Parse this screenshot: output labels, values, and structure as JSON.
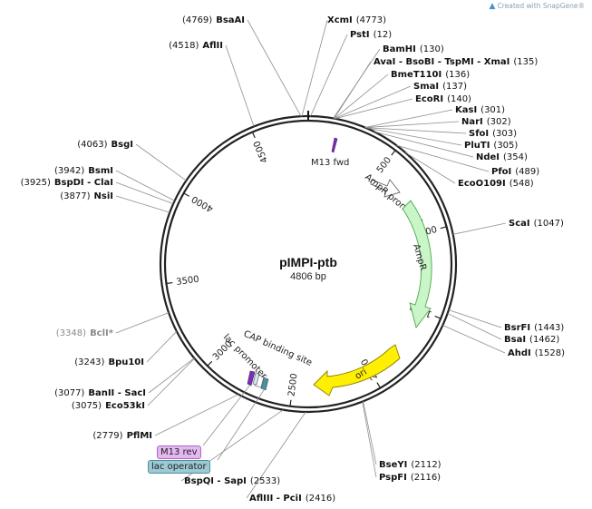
{
  "credit": "Created with SnapGene®",
  "plasmid": {
    "name": "pIMPI-ptb",
    "size": "4806 bp",
    "length": 4806
  },
  "scale_ticks": [
    "500",
    "1000",
    "1500",
    "2000",
    "2500",
    "3000",
    "3500",
    "4000",
    "4500"
  ],
  "features": [
    {
      "name": "M13 fwd",
      "kind": "primer",
      "color": "#7b2fb5"
    },
    {
      "name": "AmpR promoter",
      "kind": "promoter",
      "color": "#ffffff"
    },
    {
      "name": "AmpR",
      "kind": "cds",
      "color": "#c9f5c9"
    },
    {
      "name": "ori",
      "kind": "origin",
      "color": "#ffef00"
    },
    {
      "name": "CAP binding site",
      "kind": "protein_bind",
      "color": "#ffffff"
    },
    {
      "name": "lac promoter",
      "kind": "promoter",
      "color": "#ffffff"
    },
    {
      "name": "M13 rev",
      "kind": "primer",
      "color": "#e5b7f0"
    },
    {
      "name": "lac operator",
      "kind": "protein_bind",
      "color": "#9cc9d3"
    }
  ],
  "sites": [
    {
      "name": "XcmI",
      "pos": "(4773)",
      "color": "#111111"
    },
    {
      "name": "PstI",
      "pos": "(12)",
      "color": "#111111"
    },
    {
      "name": "BamHI",
      "pos": "(130)",
      "color": "#111111"
    },
    {
      "name": "AvaI - BsoBI - TspMI - XmaI",
      "pos": "(135)",
      "color": "#111111"
    },
    {
      "name": "BmeT110I",
      "pos": "(136)",
      "color": "#111111"
    },
    {
      "name": "SmaI",
      "pos": "(137)",
      "color": "#111111"
    },
    {
      "name": "EcoRI",
      "pos": "(140)",
      "color": "#111111"
    },
    {
      "name": "KasI",
      "pos": "(301)",
      "color": "#111111"
    },
    {
      "name": "NarI",
      "pos": "(302)",
      "color": "#111111"
    },
    {
      "name": "SfoI",
      "pos": "(303)",
      "color": "#111111"
    },
    {
      "name": "PluTI",
      "pos": "(305)",
      "color": "#111111"
    },
    {
      "name": "NdeI",
      "pos": "(354)",
      "color": "#111111"
    },
    {
      "name": "PfoI",
      "pos": "(489)",
      "color": "#111111"
    },
    {
      "name": "EcoO109I",
      "pos": "(548)",
      "color": "#111111"
    },
    {
      "name": "ScaI",
      "pos": "(1047)",
      "color": "#111111"
    },
    {
      "name": "BsrFI",
      "pos": "(1443)",
      "color": "#111111"
    },
    {
      "name": "BsaI",
      "pos": "(1462)",
      "color": "#111111"
    },
    {
      "name": "AhdI",
      "pos": "(1528)",
      "color": "#111111"
    },
    {
      "name": "BseYI",
      "pos": "(2112)",
      "color": "#111111"
    },
    {
      "name": "PspFI",
      "pos": "(2116)",
      "color": "#111111"
    },
    {
      "name": "AflIII - PciI",
      "pos": "(2416)",
      "color": "#111111"
    },
    {
      "name": "BspQI - SapI",
      "pos": "(2533)",
      "color": "#111111"
    },
    {
      "name": "PflMI",
      "pos": "(2779)",
      "color": "#111111"
    },
    {
      "name": "BanII - SacI",
      "pos": "(3077)",
      "color": "#111111"
    },
    {
      "name": "Eco53kI",
      "pos": "(3075)",
      "color": "#111111"
    },
    {
      "name": "Bpu10I",
      "pos": "(3243)",
      "color": "#111111"
    },
    {
      "name": "BclI*",
      "pos": "(3348)",
      "color": "#8a8a8a"
    },
    {
      "name": "NsiI",
      "pos": "(3877)",
      "color": "#111111"
    },
    {
      "name": "BspDI - ClaI",
      "pos": "(3925)",
      "color": "#111111"
    },
    {
      "name": "BsmI",
      "pos": "(3942)",
      "color": "#111111"
    },
    {
      "name": "BsgI",
      "pos": "(4063)",
      "color": "#111111"
    },
    {
      "name": "AflII",
      "pos": "(4518)",
      "color": "#111111"
    },
    {
      "name": "BsaAI",
      "pos": "(4769)",
      "color": "#111111"
    }
  ]
}
